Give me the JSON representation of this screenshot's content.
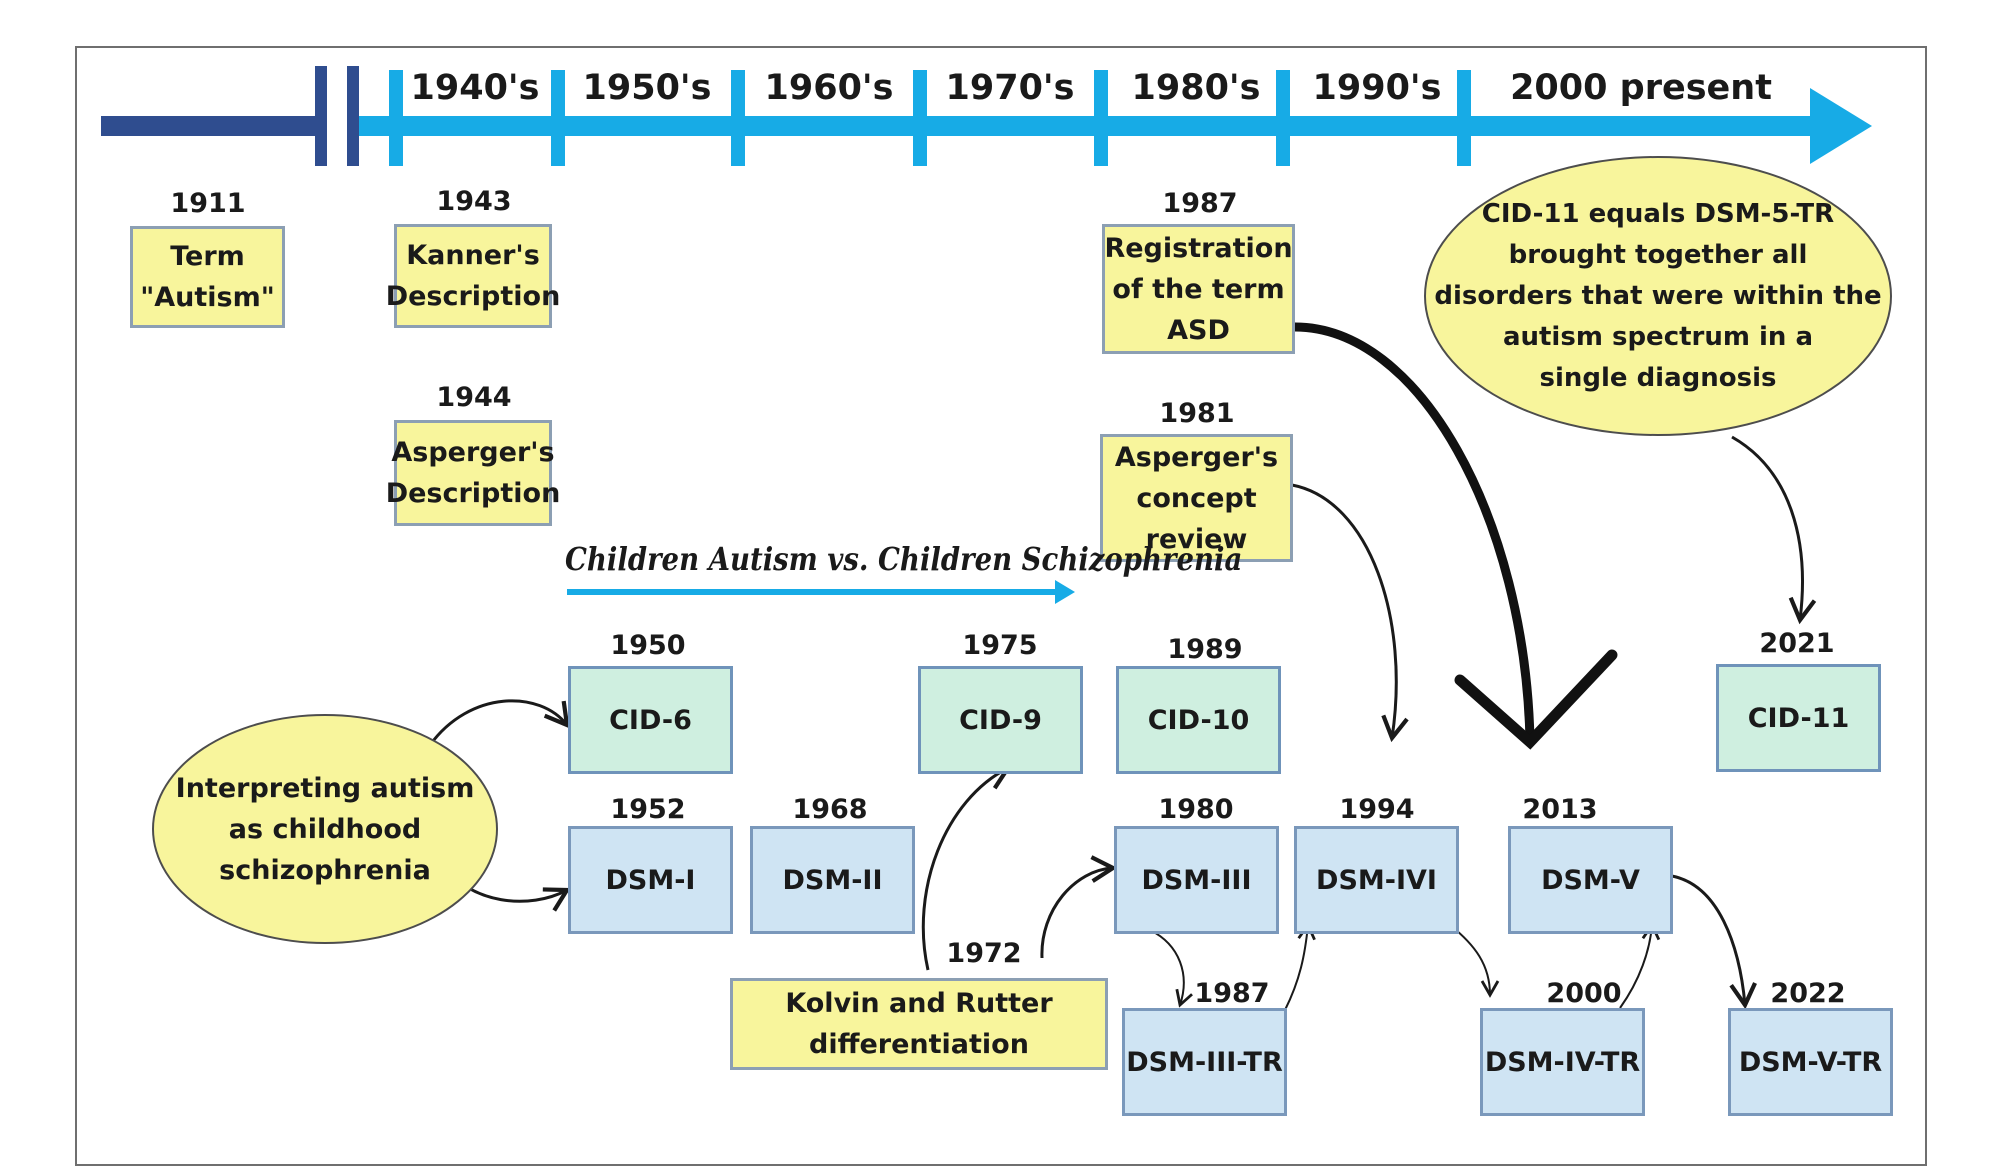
{
  "timeline": {
    "decades": [
      "1940's",
      "1950's",
      "1960's",
      "1970's",
      "1980's",
      "1990's",
      "2000 present"
    ]
  },
  "events": {
    "term_autism": {
      "year": "1911",
      "label_line1": "Term",
      "label_line2": "\"Autism\""
    },
    "kanner": {
      "year": "1943",
      "label_line1": "Kanner's",
      "label_line2": "Description"
    },
    "asperger_desc": {
      "year": "1944",
      "label_line1": "Asperger's",
      "label_line2": "Description"
    },
    "asd_registration": {
      "year": "1987",
      "label_line1": "Registration",
      "label_line2": "of the term",
      "label_line3": "ASD"
    },
    "asperger_review": {
      "year": "1981",
      "label_line1": "Asperger's",
      "label_line2": "concept",
      "label_line3": "review"
    },
    "kolvin_rutter": {
      "year": "1972",
      "label_line1": "Kolvin and Rutter",
      "label_line2": "differentiation"
    }
  },
  "banner": {
    "label": "Children Autism vs. Children Schizophrenia"
  },
  "cid": {
    "cid6": {
      "year": "1950",
      "label": "CID-6"
    },
    "cid9": {
      "year": "1975",
      "label": "CID-9"
    },
    "cid10": {
      "year": "1989",
      "label": "CID-10"
    },
    "cid11": {
      "year": "2021",
      "label": "CID-11"
    }
  },
  "dsm": {
    "dsm1": {
      "year": "1952",
      "label": "DSM-I"
    },
    "dsm2": {
      "year": "1968",
      "label": "DSM-II"
    },
    "dsm3": {
      "year": "1980",
      "label": "DSM-III"
    },
    "dsm3tr": {
      "year": "1987",
      "label": "DSM-III-TR"
    },
    "dsm4": {
      "year": "1994",
      "label": "DSM-IVI"
    },
    "dsm4tr": {
      "year": "2000",
      "label": "DSM-IV-TR"
    },
    "dsm5": {
      "year": "2013",
      "label": "DSM-V"
    },
    "dsm5tr": {
      "year": "2022",
      "label": "DSM-V-TR"
    }
  },
  "notes": {
    "schizophrenia": {
      "line1": "Interpreting autism",
      "line2": "as childhood",
      "line3": "schizophrenia"
    },
    "cid11_note": {
      "line1": "CID-11 equals DSM-5-TR",
      "line2": "brought together all",
      "line3": "disorders that were within the",
      "line4": "autism spectrum in a",
      "line5": "single diagnosis"
    }
  },
  "colors": {
    "timeline_dark": "#2f4d8f",
    "timeline_light": "#17abe6",
    "note_yellow": "#f8f59c",
    "cid_green": "#cfefe0",
    "dsm_blue": "#cfe4f3"
  }
}
